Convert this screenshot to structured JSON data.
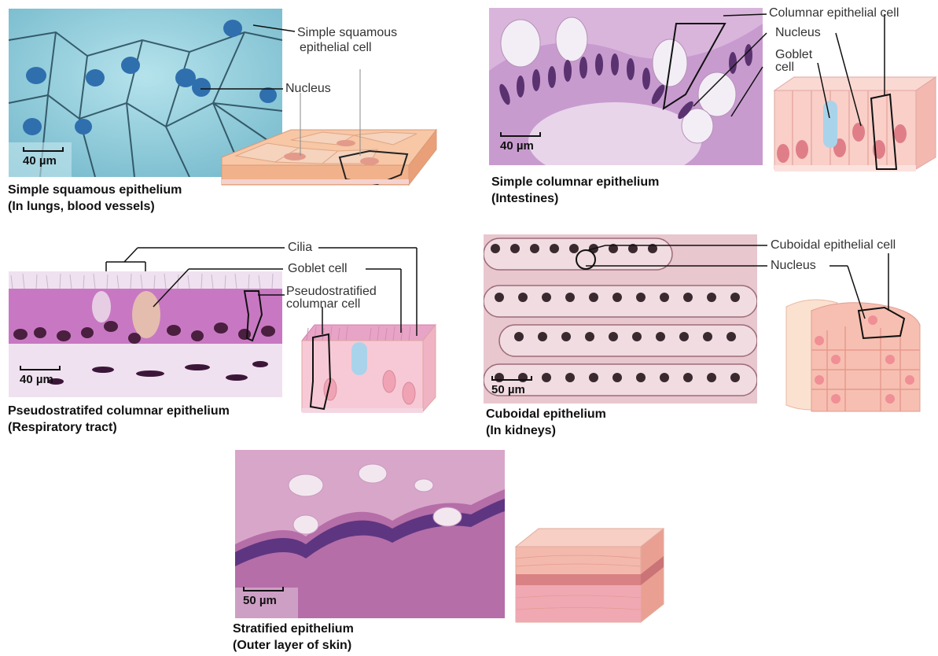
{
  "panels": {
    "squamous": {
      "caption_line1": "Simple squamous epithelium",
      "caption_line2": "(In lungs, blood vessels)",
      "label_cell": "Simple squamous",
      "label_cell2": "epithelial cell",
      "label_nucleus": "Nucleus",
      "scale": "40 µm"
    },
    "columnar": {
      "caption_line1": "Simple columnar epithelium",
      "caption_line2": "(Intestines)",
      "label_cell": "Columnar epithelial cell",
      "label_nucleus": "Nucleus",
      "label_goblet1": "Goblet",
      "label_goblet2": "cell",
      "scale": "40 µm"
    },
    "pseudo": {
      "caption_line1": "Pseudostratifed columnar epithelium",
      "caption_line2": "(Respiratory tract)",
      "label_cilia": "Cilia",
      "label_goblet": "Goblet cell",
      "label_cell1": "Pseudostratified",
      "label_cell2": "columnar cell",
      "scale": "40 µm"
    },
    "cuboidal": {
      "caption_line1": "Cuboidal epithelium",
      "caption_line2": "(In kidneys)",
      "label_cell": "Cuboidal epithelial cell",
      "label_nucleus": "Nucleus",
      "scale": "50 µm"
    },
    "stratified": {
      "caption_line1": "Stratified epithelium",
      "caption_line2": "(Outer layer of skin)",
      "scale": "50 µm"
    }
  },
  "colors": {
    "squamous_bg": "#8ec9d8",
    "squamous_nucleus": "#2f6fae",
    "he_pink": "#d7a6cf",
    "he_purple": "#7c3f86",
    "diagram_pink": "#f6c6c0",
    "diagram_nucleus": "#d9707c",
    "goblet_blue": "#a9d3ea",
    "squamous_orange": "#f4b68f"
  }
}
